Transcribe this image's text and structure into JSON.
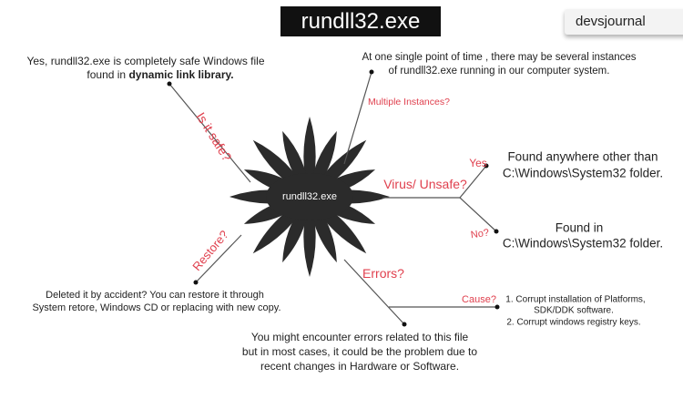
{
  "title": "rundll32.exe",
  "brand": "devsjournal",
  "center_label": "rundll32.exe",
  "colors": {
    "question": "#e0404e",
    "flower": "#2b2b2b",
    "line": "#555555"
  },
  "branches": {
    "safe": {
      "question": "Is it safe?",
      "answer_line1": "Yes, rundll32.exe is completely safe Windows file",
      "answer_line2_prefix": "found in ",
      "answer_line2_bold": "dynamic link library."
    },
    "multiple": {
      "question": "Multiple Instances?",
      "answer_line1": "At one single point of time , there may be several instances",
      "answer_line2": "of rundll32.exe running in our computer system."
    },
    "virus": {
      "question": "Virus/ Unsafe?",
      "yes": {
        "label": "Yes",
        "line1": "Found anywhere other than",
        "line2": "C:\\Windows\\System32 folder."
      },
      "no": {
        "label": "No?",
        "line1": "Found in",
        "line2": "C:\\Windows\\System32 folder."
      }
    },
    "restore": {
      "question": "Restore?",
      "answer_line1": "Deleted it by accident? You can restore it through",
      "answer_line2": "System retore, Windows CD or replacing with new copy."
    },
    "errors": {
      "question": "Errors?",
      "answer_line1": "You might encounter errors related to this file",
      "answer_line2": "but in most cases, it could be the problem due to",
      "answer_line3": "recent changes in Hardware or Software.",
      "cause": {
        "label": "Cause?",
        "line1": "1. Corrupt installation of  Platforms,",
        "line2": "SDK/DDK software.",
        "line3": "2. Corrupt windows registry keys."
      }
    }
  }
}
